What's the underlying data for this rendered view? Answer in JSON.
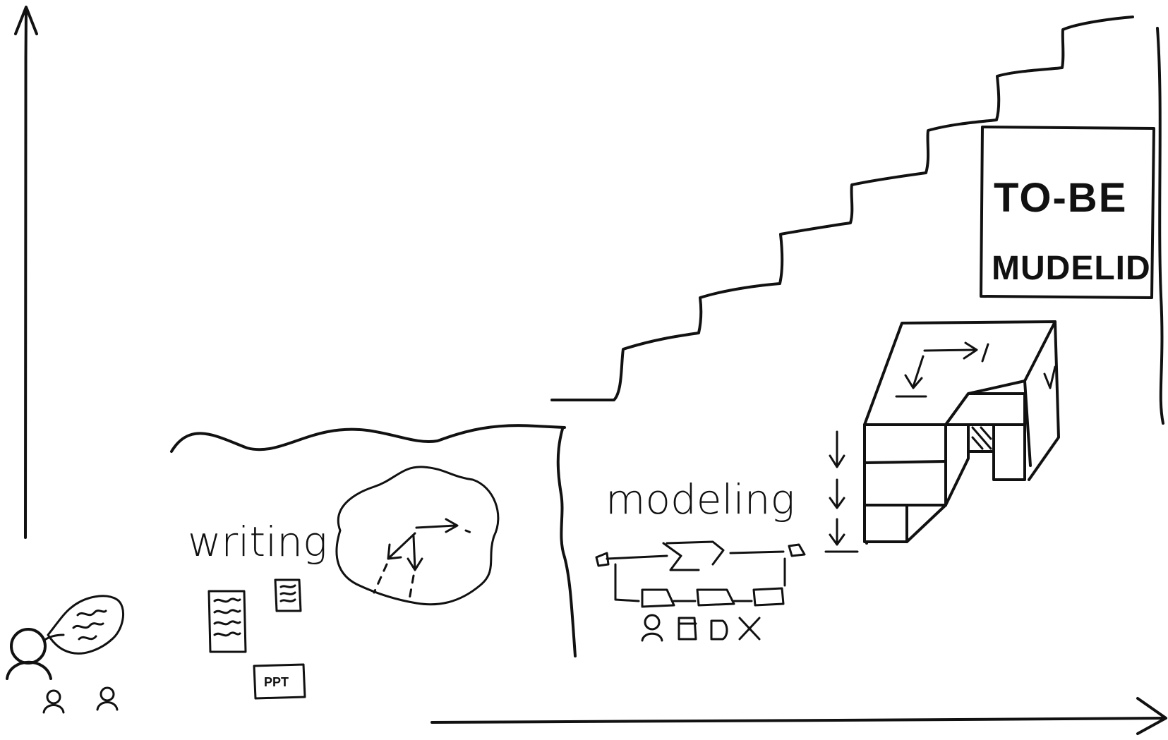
{
  "labels": {
    "writing": "writing",
    "modeling": "modeling",
    "to_be_line1": "TO-BE",
    "to_be_line2": "MUDELID",
    "ppt": "PPT"
  },
  "icons": {
    "people": "people-icon",
    "speech_bubble": "speech-bubble-icon",
    "document": "document-icon",
    "idea_cloud": "idea-cloud-icon",
    "process_flow": "process-flow-icon",
    "building_model": "building-model-icon",
    "staircase": "staircase-icon"
  },
  "colors": {
    "ink": "#111111",
    "background": "#ffffff"
  }
}
